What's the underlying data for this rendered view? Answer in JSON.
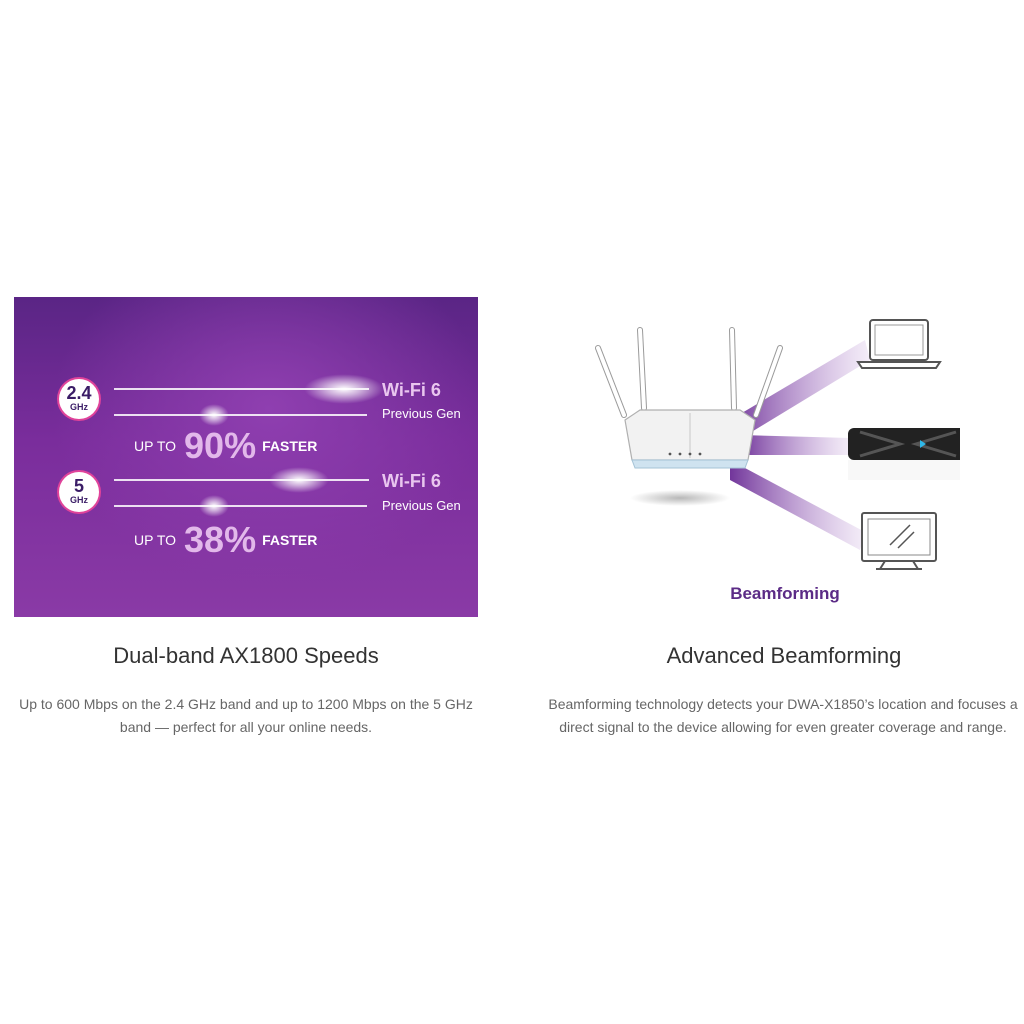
{
  "speed_panel": {
    "band1": {
      "number": "2.4",
      "unit": "GHz"
    },
    "band2": {
      "number": "5",
      "unit": "GHz"
    },
    "wifi6_label": "Wi-Fi 6",
    "prev_gen_label": "Previous Gen",
    "upto_label": "UP TO",
    "faster_label": "FASTER",
    "band1_percent": "90%",
    "band2_percent": "38%",
    "colors": {
      "accent_pink": "#e0439a",
      "panel_purple": "#7a2d9c"
    }
  },
  "beamforming_panel": {
    "caption": "Beamforming",
    "icons": [
      "router-icon",
      "laptop-icon",
      "usb-adapter-icon",
      "monitor-icon"
    ],
    "caption_color": "#5b2b86"
  },
  "features": [
    {
      "title": "Dual-band AX1800 Speeds",
      "description": "Up to 600 Mbps on the 2.4 GHz band and up to 1200 Mbps on the 5 GHz band — perfect for all your online needs."
    },
    {
      "title": "Advanced Beamforming",
      "description": "Beamforming technology detects your DWA-X1850’s location and focuses a direct signal to the device allowing for even greater coverage and range."
    }
  ]
}
